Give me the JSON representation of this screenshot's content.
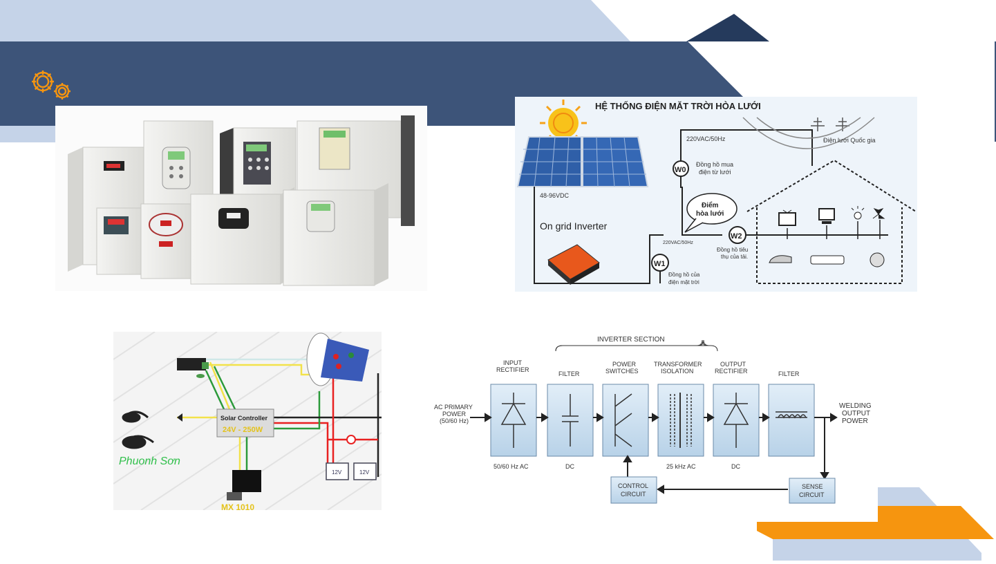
{
  "colors": {
    "light_band": "#c5d3e8",
    "navy_band": "#3d5479",
    "dark_triangle": "#253a5c",
    "accent_orange": "#f6950f",
    "gear_icon": "#f6950f",
    "panel_bg": "#c9dff0"
  },
  "icons": [
    "gears-icon",
    "sun-icon",
    "tv-icon",
    "computer-icon",
    "lamp-icon",
    "fan-icon"
  ],
  "solar": {
    "title": "HỆ THỐNG ĐIỆN MẶT TRỜI HÒA LƯỚI",
    "ac_label": "220VAC/50Hz",
    "grid_label": "Điện lưới Quốc gia",
    "w0": "W0",
    "w0_text": [
      "Đồng hồ mua",
      "điện từ lưới"
    ],
    "dc_label": "48-96VDC",
    "callout": [
      "Điểm",
      "hòa lưới"
    ],
    "inverter_label": "On grid Inverter",
    "ac_small": "220VAC/50Hz",
    "w2": "W2",
    "w2_text": [
      "Đồng hồ tiêu",
      "thụ của tải."
    ],
    "w1": "W1",
    "w1_text": [
      "Đồng hồ của",
      "điện mặt trời"
    ]
  },
  "wiring": {
    "controller_text": "Solar Controller",
    "voltage_text": "24V - 250W",
    "brand_text": "Phuonh Sơn",
    "meter_text": "MX 1010",
    "battery_labels": [
      "12V",
      "12V"
    ]
  },
  "welding": {
    "section_label": "INVERTER SECTION",
    "input_label": [
      "AC PRIMARY",
      "POWER",
      "(50/60 Hz)"
    ],
    "output_label": [
      "WELDING",
      "OUTPUT",
      "POWER"
    ],
    "blocks": [
      {
        "title": [
          "INPUT",
          "RECTIFIER"
        ],
        "bottom": "50/60 Hz AC"
      },
      {
        "title": [
          "FILTER"
        ],
        "bottom": "DC"
      },
      {
        "title": [
          "POWER",
          "SWITCHES"
        ],
        "bottom": ""
      },
      {
        "title": [
          "TRANSFORMER",
          "ISOLATION"
        ],
        "bottom": "25 kHz AC"
      },
      {
        "title": [
          "OUTPUT",
          "RECTIFIER"
        ],
        "bottom": "DC"
      },
      {
        "title": [
          "FILTER"
        ],
        "bottom": ""
      }
    ],
    "control_circuit": [
      "CONTROL",
      "CIRCUIT"
    ],
    "sense_circuit": [
      "SENSE",
      "CIRCUIT"
    ]
  }
}
